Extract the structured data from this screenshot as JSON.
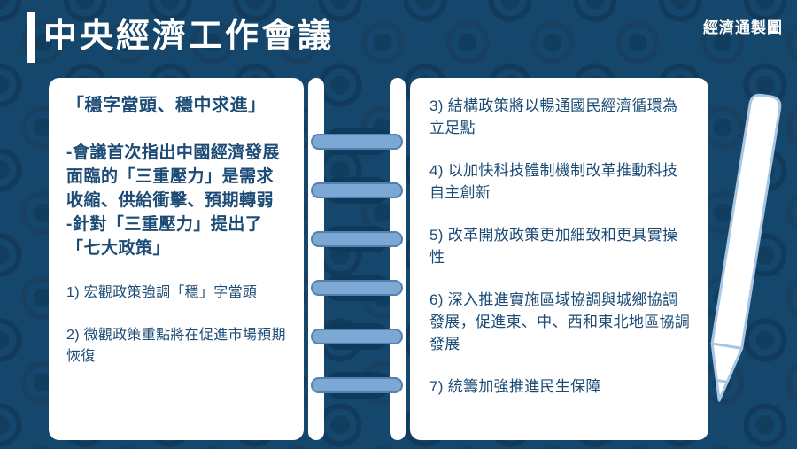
{
  "header": {
    "title": "中央經濟工作會議",
    "credit": "經濟通製圖"
  },
  "notebook": {
    "left_page": {
      "heading": "「穩字當頭、穩中求進」",
      "bold_paragraphs": [
        "-會議首次指出中國經濟發展面臨的「三重壓力」是需求收縮、供給衝擊、預期轉弱",
        "-針對「三重壓力」提出了「七大政策」"
      ],
      "items": [
        "1) 宏觀政策強調「穩」字當頭",
        "2) 微觀政策重點將在促進市場預期恢復"
      ]
    },
    "right_page": {
      "items": [
        "3) 結構政策將以暢通國民經濟循環為立足點",
        "4) 以加快科技體制機制改革推動科技自主創新",
        "5) 改革開放政策更加細致和更具實操性",
        "6) 深入推進實施區域協調與城鄉協調發展，促進東、中、西和東北地區協調發展",
        "7) 統籌加強推進民生保障"
      ]
    },
    "ring_count": 6
  },
  "colors": {
    "background": "#15466b",
    "page": "#ffffff",
    "text": "#1c4b76",
    "ring_bar": "#7ca8d4",
    "ring_hole": "#0d395c",
    "title": "#ffffff"
  }
}
